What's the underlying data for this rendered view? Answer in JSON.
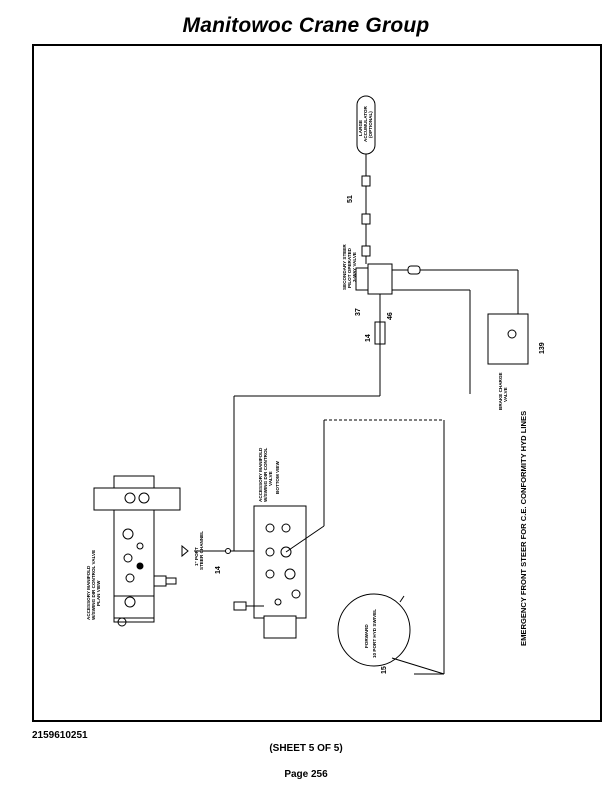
{
  "header": {
    "title": "Manitowoc Crane Group"
  },
  "drawing": {
    "title": "EMERGENCY FRONT STEER FOR C.E. CONFORMITY HYD LINES",
    "callouts": {
      "c51": "51",
      "c37": "37",
      "c46": "46",
      "c14a": "14",
      "c139": "139",
      "c14b": "14",
      "c15": "15"
    },
    "labels": {
      "accumulator": [
        "LARGE",
        "ACCUMULATOR",
        "(OPTIONAL)"
      ],
      "secondary_valve": [
        "SECONDARY STEER",
        "PILOT OPERATED",
        "3-WAY VALVE"
      ],
      "brake_valve": [
        "BRAKE CHARGE",
        "VALVE"
      ],
      "manifold_plan": [
        "ACCESSORY MANIFOLD",
        "W/SWING DIR CONTROL VALVE",
        "PLAN VIEW"
      ],
      "manifold_bottom": [
        "ACCESSORY MANIFOLD",
        "W/SWING DIR CONTROL",
        "VALVE",
        "BOTTOM VIEW"
      ],
      "tee": [
        "1\" PORT",
        "STEER CHANNEL"
      ],
      "swivel": [
        "FORWARD",
        "10 PORT HYD SWIVEL"
      ]
    }
  },
  "footer": {
    "drawing_number": "2159610251",
    "sheet": "(SHEET 5 OF 5)",
    "page": "Page 256"
  }
}
